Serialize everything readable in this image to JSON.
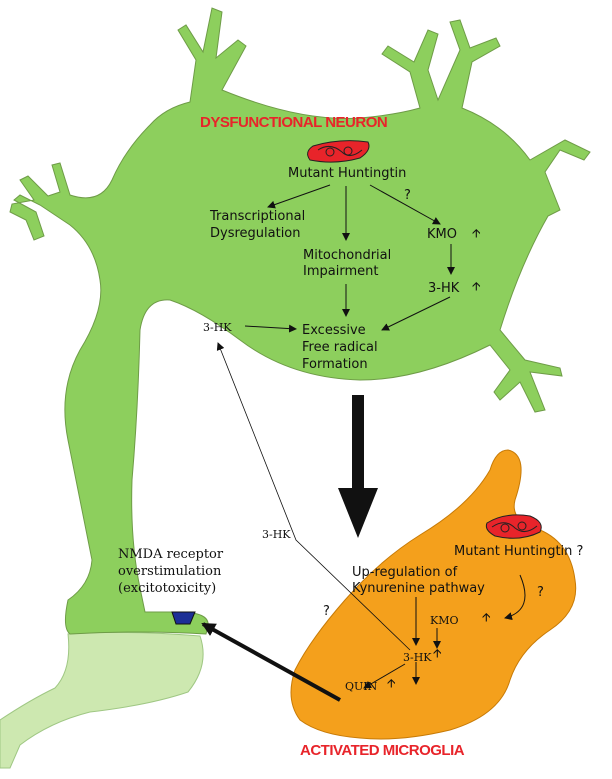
{
  "colors": {
    "neuron_fill": "#8dcf5d",
    "microglia_fill": "#f4a01c",
    "postsynaptic_fill": "#cde8b0",
    "title_red": "#e8242a",
    "receptor_blue": "#1c2f96"
  },
  "neuron": {
    "title": "DYSFUNCTIONAL  NEURON",
    "mutant_huntingtin": "Mutant Huntingtin",
    "question": "?",
    "transcriptional_line1": "Transcriptional",
    "transcriptional_line2": "Dysregulation",
    "mitochondrial_line1": "Mitochondrial",
    "mitochondrial_line2": "Impairment",
    "kmo": "KMO",
    "three_hk": "3-HK",
    "three_hk_left": "3-HK",
    "radical_line1": "Excessive",
    "radical_line2": "Free radical",
    "radical_line3": "Formation",
    "up_arrow": "🡩"
  },
  "synapse": {
    "nmda_line1": "NMDA receptor",
    "nmda_line2": "overstimulation",
    "nmda_line3": "(excitotoxicity)",
    "three_hk_mid": "3-HK"
  },
  "microglia": {
    "title": "ACTIVATED MICROGLIA",
    "mutant_huntingtin": "Mutant Huntingtin ?",
    "upregulation_line1": "Up-regulation of",
    "upregulation_line2": "Kynurenine pathway",
    "question_left": "?",
    "question_right": "?",
    "kmo": "KMO",
    "three_hk": "3-HK",
    "quin": "QUIN"
  }
}
